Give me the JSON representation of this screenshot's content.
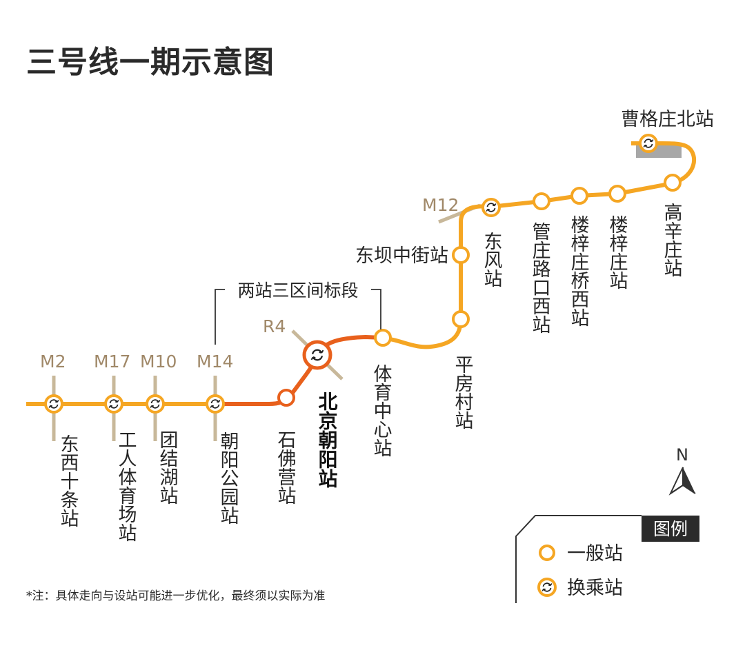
{
  "title": "三号线一期示意图",
  "colors": {
    "line": "#f5a623",
    "line_highlight": "#e8601c",
    "transfer_line": "#c8b89a",
    "transfer_label": "#a08868",
    "text": "#262626",
    "legend_header_bg": "#2b2b2b"
  },
  "stations": [
    {
      "id": "dongsishitiao",
      "name": "东西十条站",
      "type": "transfer"
    },
    {
      "id": "gongrentiyuchang",
      "name": "工人体育场站",
      "type": "transfer"
    },
    {
      "id": "tuanjiehu",
      "name": "团结湖站",
      "type": "transfer"
    },
    {
      "id": "chaoyanggongyuan",
      "name": "朝阳公园站",
      "type": "transfer"
    },
    {
      "id": "shifoying",
      "name": "石佛营站",
      "type": "general"
    },
    {
      "id": "beijingchaoyang",
      "name": "北京朝阳站",
      "type": "transfer"
    },
    {
      "id": "tiyuzhongxin",
      "name": "体育中心站",
      "type": "general"
    },
    {
      "id": "pingfangcun",
      "name": "平房村站",
      "type": "general"
    },
    {
      "id": "dongbazhongjie",
      "name": "东坝中街站",
      "type": "general"
    },
    {
      "id": "dongfeng",
      "name": "东风站",
      "type": "transfer"
    },
    {
      "id": "guanzhuangluxi",
      "name": "管庄路口西站",
      "type": "general"
    },
    {
      "id": "louziqiaoxi",
      "name": "楼梓庄桥西站",
      "type": "general"
    },
    {
      "id": "louzizhuang",
      "name": "楼梓庄站",
      "type": "general"
    },
    {
      "id": "gaoxinzhuang",
      "name": "高辛庄站",
      "type": "general"
    },
    {
      "id": "caogezhuangbei",
      "name": "曹格庄北站",
      "type": "transfer"
    }
  ],
  "transfer_lines": [
    {
      "id": "m2",
      "label": "M2"
    },
    {
      "id": "m17",
      "label": "M17"
    },
    {
      "id": "m10",
      "label": "M10"
    },
    {
      "id": "m14",
      "label": "M14"
    },
    {
      "id": "r4",
      "label": "R4"
    },
    {
      "id": "m12",
      "label": "M12"
    }
  ],
  "segment_note": "两站三区间标段",
  "compass_label": "N",
  "legend": {
    "title": "图例",
    "items": [
      {
        "label": "一般站",
        "type": "general"
      },
      {
        "label": "换乘站",
        "type": "transfer"
      }
    ]
  },
  "footnote": "*注：具体走向与设站可能进一步优化，最终须以实际为准"
}
